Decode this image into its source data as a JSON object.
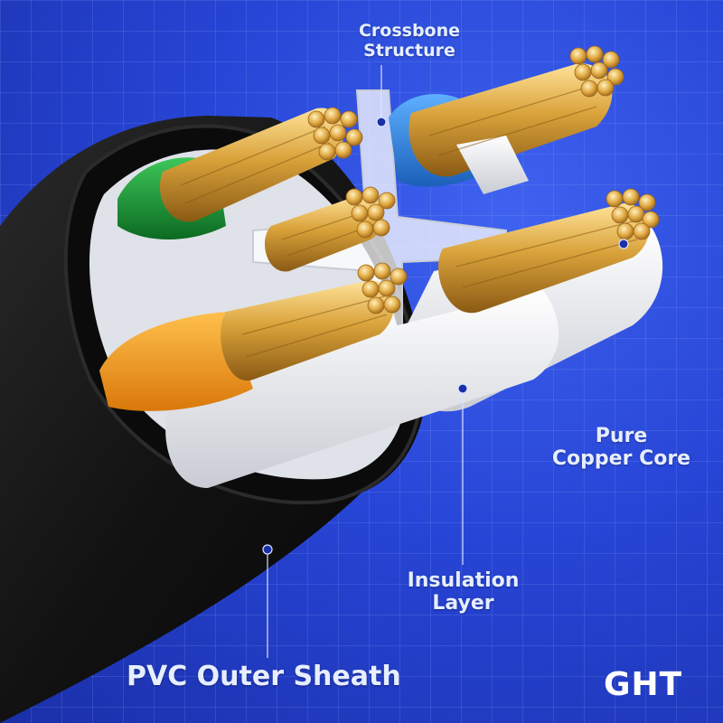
{
  "labels": {
    "crossbone": [
      "Crossbone",
      "Structure"
    ],
    "copper": [
      "Pure",
      "Copper Core"
    ],
    "insulation": [
      "Insulation",
      "Layer"
    ],
    "pvc": "PVC Outer Sheath"
  },
  "brand": "GHT",
  "colors": {
    "background": "#2745d6",
    "sheath": "#151515",
    "copper": "#d9a23a",
    "green_wire": "#1f9a3a",
    "blue_wire": "#2f86e0",
    "orange_wire": "#f59a1c",
    "white_wire": "#eef0f4",
    "label_text": "#e6eeff"
  },
  "icons": [
    "leader-dot-icon",
    "copper-strand-icon"
  ]
}
